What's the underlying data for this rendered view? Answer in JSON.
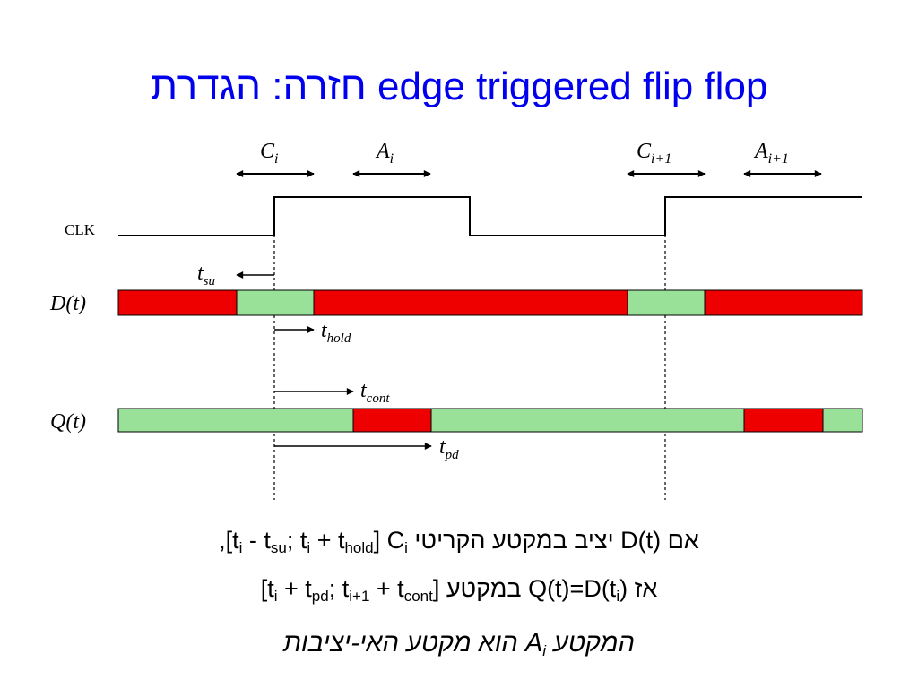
{
  "title": "חזרה: הגדרת edge triggered flip flop",
  "diagram": {
    "interval_labels": {
      "c": {
        "base": "C",
        "sub": "i"
      },
      "a": {
        "base": "A",
        "sub": "i"
      },
      "c_next": {
        "base": "C",
        "sub": "i+1"
      },
      "a_next": {
        "base": "A",
        "sub": "i+1"
      }
    },
    "signals": {
      "clk": "CLK",
      "d": "D(t)",
      "q": "Q(t)"
    },
    "timing_labels": {
      "tsu": {
        "base": "t",
        "sub": "su"
      },
      "thold": {
        "base": "t",
        "sub": "hold"
      },
      "tcont": {
        "base": "t",
        "sub": "cont"
      },
      "tpd": {
        "base": "t",
        "sub": "pd"
      }
    },
    "colors": {
      "stable": "#99e199",
      "unstable": "#ee0000",
      "line": "#000000"
    }
  },
  "text": {
    "line1": {
      "hebrew_a": "אם ",
      "dt": "D(t)",
      "hebrew_b": " יציב במקטע הקריטי ",
      "c": "C",
      "c_sub": "i",
      "range": {
        "open": "[t",
        "i1": "i",
        "mid1": " - t",
        "su": "su",
        "sep": "; t",
        "i2": "i",
        "mid2": " + t",
        "hold": "hold",
        "close": "]"
      },
      "comma": ","
    },
    "line2": {
      "hebrew_a": "אז ",
      "q": "Q(t)=D(t",
      "q_sub": "i",
      "q_close": ")",
      "hebrew_b": " במקטע ",
      "range": {
        "open": "[t",
        "i1": "i",
        "mid1": " + t",
        "pd": "pd",
        "sep": "; t",
        "i2": "i+1",
        "mid2": " + t",
        "cont": "cont",
        "close": "]"
      }
    },
    "line3": {
      "hebrew_a": "המקטע ",
      "a": "A",
      "a_sub": "i",
      "hebrew_b": " הוא מקטע האי-יציבות"
    }
  }
}
